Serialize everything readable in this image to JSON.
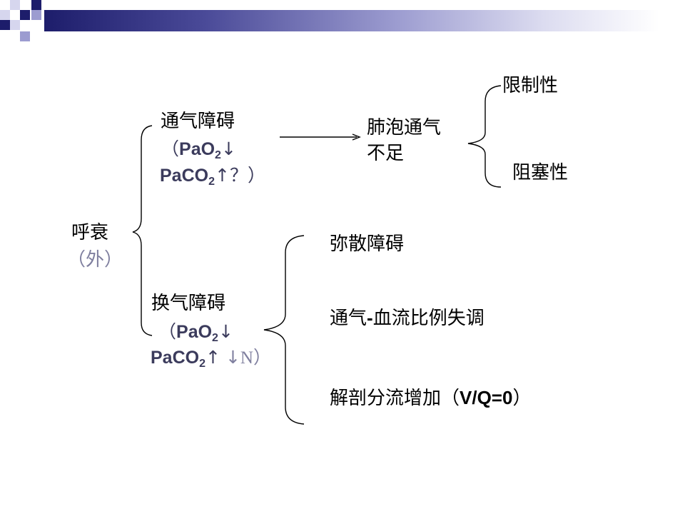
{
  "header": {
    "colors": {
      "navy": "#1d1d6b",
      "mid": "#9c9cd0",
      "light": "#d6d6ee"
    }
  },
  "root": {
    "label": "呼衰",
    "note": "（外）"
  },
  "ventilation": {
    "label": "通气障碍",
    "pao2": {
      "open": "（",
      "text": "PaO",
      "sub": "2",
      "arrow": "↓"
    },
    "paco2": {
      "text": "PaCO",
      "sub": "2",
      "arrow": "↑",
      "tail": "？）"
    }
  },
  "alveolar": {
    "line1": "肺泡通气",
    "line2": "不足"
  },
  "alveolar_types": {
    "restrictive": "限制性",
    "obstructive": "阻塞性"
  },
  "exchange": {
    "label": "换气障碍",
    "pao2": {
      "open": "（",
      "text": "PaO",
      "sub": "2",
      "arrow": "↓"
    },
    "paco2": {
      "text": "PaCO",
      "sub": "2",
      "arrow": "↑",
      "down": "↓",
      "n": "N",
      "close": "）"
    }
  },
  "exchange_causes": {
    "diffusion": "弥散障碍",
    "vq_prefix": "通气",
    "vq_dash": "-",
    "vq_suffix": "血流比例失调",
    "shunt": {
      "prefix": "解剖分流增加（",
      "formula": "V/Q=0",
      "suffix": "）"
    }
  }
}
